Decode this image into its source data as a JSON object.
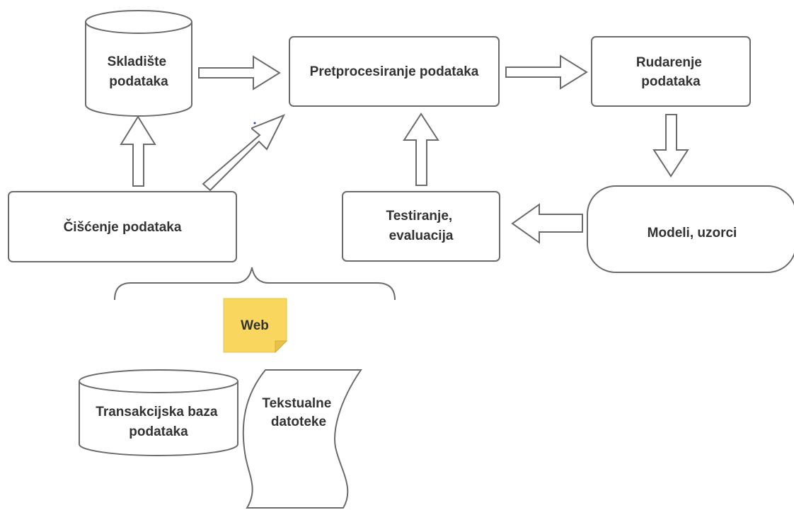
{
  "nodes": {
    "skladiste": [
      "Skladište",
      "podataka"
    ],
    "pretprocesiranje": [
      "Pretprocesiranje podataka"
    ],
    "rudarenje": [
      "Rudarenje",
      "podataka"
    ],
    "ciscenje": [
      "Čišćenje podataka"
    ],
    "testiranje": [
      "Testiranje,",
      "evaluacija"
    ],
    "modeli": [
      "Modeli, uzorci"
    ],
    "web": [
      "Web"
    ],
    "transakcijska": [
      "Transakcijska baza",
      "podataka"
    ],
    "tekstualne": [
      "Tekstualne",
      "datoteke"
    ]
  },
  "colors": {
    "stroke": "#6b6b6b",
    "text": "#333333",
    "note": "#f9d75e"
  }
}
